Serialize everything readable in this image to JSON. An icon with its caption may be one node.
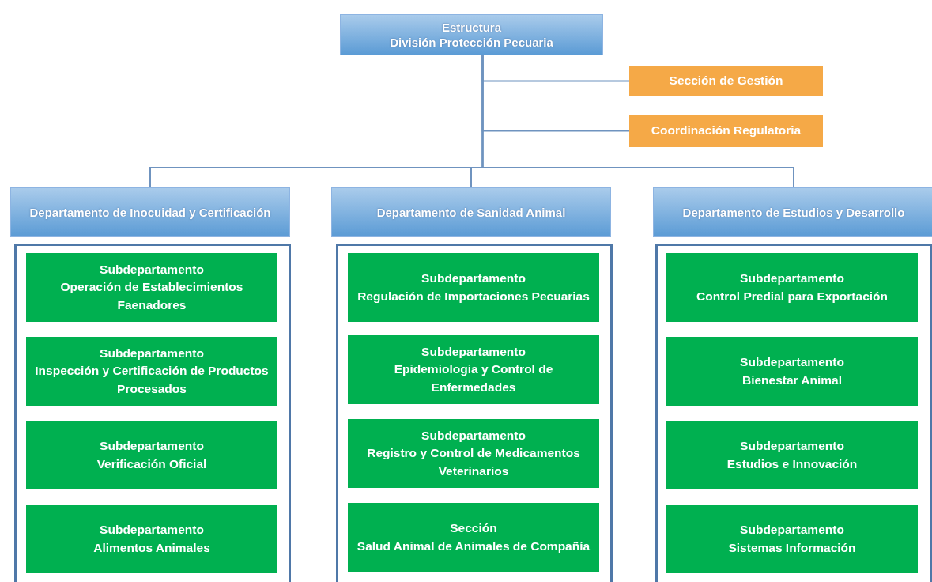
{
  "diagram": {
    "nodes": [
      {
        "text": [
          "Estructura",
          "División Protección Pecuaria"
        ]
      },
      {
        "text": [
          "Sección de Gestión"
        ]
      },
      {
        "text": [
          "Coordinación Regulatoria"
        ]
      },
      {
        "text": [
          "Departamento de Inocuidad y Certificación"
        ]
      },
      {
        "text": [],
        "shape": "box"
      },
      {
        "text": [
          "Subdepartamento",
          "Operación de Establecimientos Faenadores"
        ],
        "in": 4
      },
      {
        "text": [
          "Subdepartamento",
          "Inspección y Certificación de Productos Procesados"
        ],
        "in": 4
      },
      {
        "text": [
          "Subdepartamento",
          "Verificación Oficial"
        ],
        "in": 4
      },
      {
        "text": [
          "Subdepartamento",
          "Alimentos Animales"
        ],
        "in": 4
      },
      {
        "text": [
          "Departamento de Sanidad Animal"
        ]
      },
      {
        "text": [],
        "shape": "box"
      },
      {
        "text": [
          "Subdepartamento",
          "Regulación de Importaciones Pecuarias"
        ],
        "in": 10
      },
      {
        "text": [
          "Subdepartamento",
          "Epidemiologia y Control de Enfermedades"
        ],
        "in": 10
      },
      {
        "text": [
          "Subdepartamento",
          "Registro y Control de Medicamentos Veterinarios"
        ],
        "in": 10
      },
      {
        "text": [
          "Sección",
          "Salud Animal de Animales de Compañía"
        ],
        "in": 10
      },
      {
        "text": [
          "Departamento de Estudios y Desarrollo"
        ]
      },
      {
        "text": [],
        "shape": "box"
      },
      {
        "text": [
          "Subdepartamento",
          "Control Predial para Exportación"
        ],
        "in": 16
      },
      {
        "text": [
          "Subdepartamento",
          "Bienestar Animal"
        ],
        "in": 16
      },
      {
        "text": [
          "Subdepartamento",
          "Estudios e Innovación"
        ],
        "in": 16
      },
      {
        "text": [
          "Subdepartamento",
          "Sistemas Información"
        ],
        "in": 16
      }
    ],
    "edges": [
      {
        "from": 0,
        "to": 1,
        "arrow": "none"
      },
      {
        "from": 0,
        "to": 2,
        "arrow": "none"
      },
      {
        "from": 0,
        "to": 3,
        "arrow": "none"
      },
      {
        "from": 0,
        "to": 9,
        "arrow": "none"
      },
      {
        "from": 0,
        "to": 15,
        "arrow": "none"
      }
    ]
  }
}
